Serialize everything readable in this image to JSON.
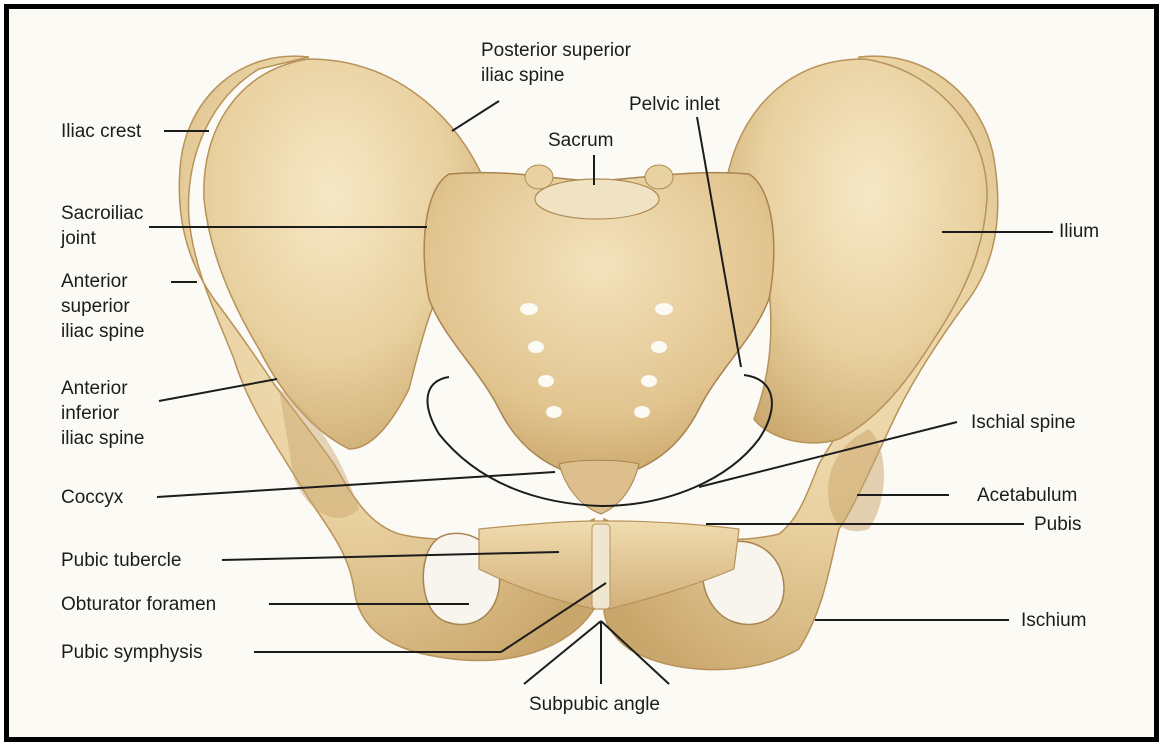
{
  "labels": {
    "posterior_superior_iliac_spine": [
      "Posterior superior",
      "iliac spine"
    ],
    "pelvic_inlet": "Pelvic inlet",
    "sacrum": "Sacrum",
    "iliac_crest": "Iliac crest",
    "sacroiliac_joint": [
      "Sacroiliac",
      "joint"
    ],
    "ilium": "Ilium",
    "anterior_superior_iliac_spine": [
      "Anterior",
      "superior",
      "iliac spine"
    ],
    "anterior_inferior_iliac_spine": [
      "Anterior",
      "inferior",
      "iliac spine"
    ],
    "ischial_spine": "Ischial spine",
    "coccyx": "Coccyx",
    "acetabulum": "Acetabulum",
    "pubis": "Pubis",
    "pubic_tubercle": "Pubic tubercle",
    "obturator_foramen": "Obturator foramen",
    "ischium": "Ischium",
    "pubic_symphysis": "Pubic symphysis",
    "subpubic_angle": "Subpubic angle"
  },
  "colors": {
    "bone_light": "#f1dfb6",
    "bone_mid": "#e4c893",
    "bone_dark": "#c9a66b",
    "hole": "#f7f5ee",
    "leader": "#1c1c1c"
  }
}
